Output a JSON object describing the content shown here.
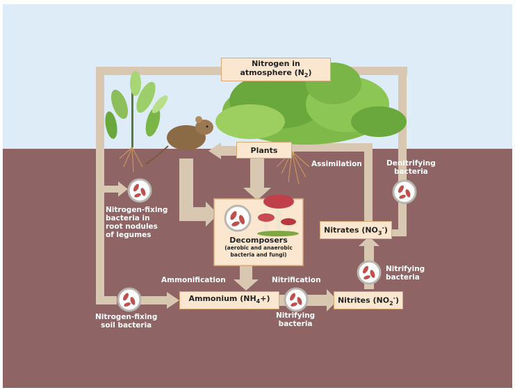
{
  "boxes": {
    "atmosphere": {
      "line1": "Nitrogen in",
      "line2_prefix": "atmosphere (N",
      "line2_sub": "2",
      "line2_suffix": ")"
    },
    "plants": {
      "text": "Plants"
    },
    "decomposers": {
      "title": "Decomposers",
      "line1": "(aerobic and anaerobic",
      "line2": "bacteria and fungi)"
    },
    "ammonium": {
      "prefix": "Ammonium (NH",
      "sub": "4",
      "suffix": "+)"
    },
    "nitrites": {
      "prefix": "Nitrites (NO",
      "sub": "2",
      "sup": "-",
      "suffix": ")"
    },
    "nitrates": {
      "prefix": "Nitrates (NO",
      "sub": "3",
      "sup": "-",
      "suffix": ")"
    }
  },
  "labels": {
    "assimilation": "Assimilation",
    "denitrifying": [
      "Denitrifying",
      "bacteria"
    ],
    "nitrogen_fixing_nodules": [
      "Nitrogen-fixing",
      "bacteria in",
      "root nodules",
      "of legumes"
    ],
    "ammonification": "Ammonification",
    "nitrification": "Nitrification",
    "nitrifying_top": [
      "Nitrifying",
      "bacteria"
    ],
    "nitrifying_bottom": [
      "Nitrifying",
      "bacteria"
    ],
    "nitrogen_fixing_soil": [
      "Nitrogen-fixing",
      "soil bacteria"
    ]
  },
  "colors": {
    "sky": "#deecf8",
    "soil": "#8e6464",
    "arrow": "#d8c8b2",
    "box_fill": "#fbe7cf",
    "box_border": "#d9a877",
    "bacteria": "#c0504d",
    "label_text": "#ffffff"
  },
  "icons": {
    "bacteria": "bacteria-circle-icon",
    "mouse": "mouse-illustration",
    "legume": "legume-plant-illustration",
    "grass": "grass-plant-illustration",
    "mushroom": "mushroom-icon"
  }
}
